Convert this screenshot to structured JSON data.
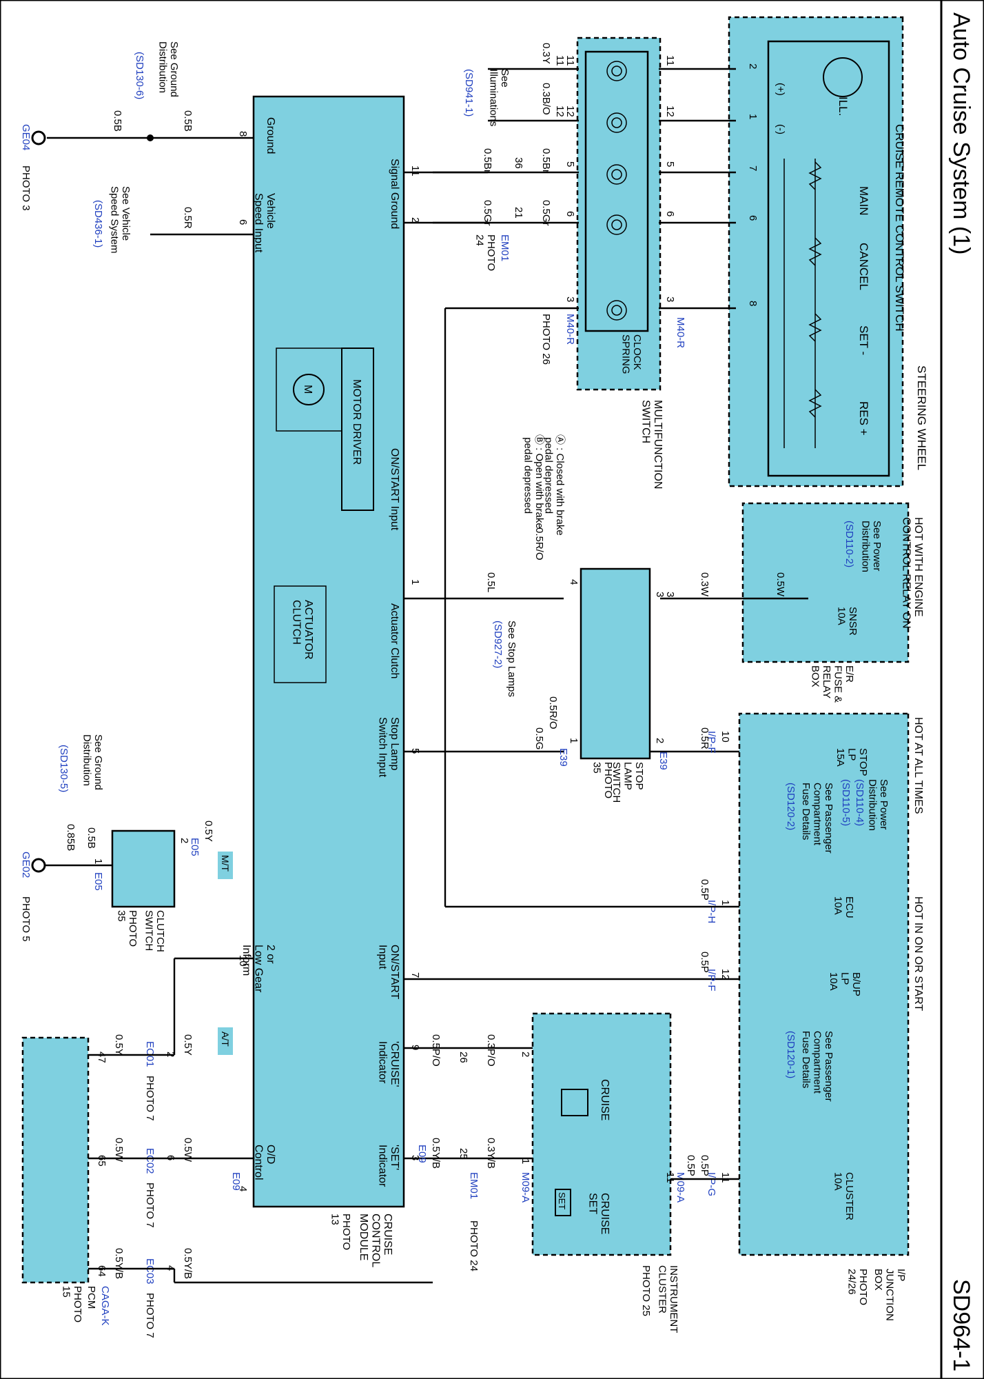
{
  "title": "Auto Cruise System (1)",
  "page_id": "SD964-1",
  "steering_wheel": {
    "label": "STEERING WHEEL",
    "switch_title": "CRUISE REMOTE CONTROL SWITCH",
    "ill": "ILL.",
    "plus": "(+)",
    "minus": "(-)",
    "buttons": [
      "MAIN",
      "CANCEL",
      "SET -",
      "RES +"
    ],
    "pins": [
      "2",
      "1",
      "7",
      "6",
      "8"
    ]
  },
  "multifunction": {
    "label": "MULTIFUNCTION\nSWITCH",
    "clock_spring": "CLOCK\nSPRING",
    "connector_left": "M40-R",
    "connector_right": "M40-R",
    "left_pins": [
      "11",
      "12",
      "5",
      "6",
      "3"
    ],
    "right_pins": [
      "11",
      "12",
      "5",
      "6",
      "3"
    ],
    "photo": "PHOTO 26"
  },
  "illumination": {
    "ref": "See\nIlluminations",
    "ref_link": "(SD941-1)",
    "wire_a": "0.3Y",
    "wire_b": "0.3B/O",
    "pins": [
      "11",
      "12"
    ]
  },
  "em01": {
    "label": "EM01",
    "photo": "PHOTO\n24",
    "pins_top": [
      "36",
      "21"
    ],
    "wires": [
      "0.5Br",
      "0.5Gr",
      "0.5Br",
      "0.5Gr"
    ]
  },
  "pedal_note": {
    "a": "Ⓐ : Closed with brake\n    pedal depressed",
    "b": "Ⓑ : Open with brake\n    pedal depressed"
  },
  "ecm_module": {
    "label": "CRUISE\nCONTROL\nMODULE",
    "photo": "PHOTO\n13",
    "inputs": {
      "ground": "Ground",
      "vehicle_speed": "Vehicle\nSpeed Input",
      "signal_ground": "Signal Ground",
      "on_start": "ON/START Input",
      "actuator_clutch": "Actuator Clutch",
      "stop_lamp": "Stop Lamp\nSwitch Input",
      "low_gear": "2 or\nLow Gear\nInform",
      "on_start_2": "ON/START\nInput",
      "cruise_ind": "'CRUISE'\nIndicator",
      "set_ind": "'SET'\nIndicator",
      "od_control": "O/D\nControl"
    },
    "motor": "M",
    "motor_driver": "MOTOR DRIVER",
    "actuator": "ACTUATOR\nCLUTCH",
    "pins": [
      "8",
      "6",
      "11",
      "2",
      "1",
      "5",
      "10",
      "7",
      "9",
      "3",
      "4"
    ]
  },
  "ground_top": {
    "ref": "See Ground\nDistribution",
    "ref_link": "(SD130-6)",
    "wire_a": "0.5B",
    "wire_b": "0.5B",
    "ground": "GE04",
    "photo": "PHOTO 3"
  },
  "speed_ref": {
    "ref": "See Vehicle\nSpeed System",
    "ref_link": "(SD436-1)",
    "wire": "0.5R"
  },
  "engine_relay": {
    "title": "HOT WITH ENGINE\nCONTROL RELAY ON",
    "ref": "See Power\nDistribution",
    "ref_link": "(SD110-2)",
    "wire": "0.5W",
    "fuse": "SNSR\n10A",
    "box": "E/R\nFUSE &\nRELAY\nBOX",
    "out_pin": "3",
    "out_wire": "0.3W"
  },
  "stop_switch": {
    "label": "STOP\nLAMP\nSWITCH",
    "photo": "PHOTO\n35",
    "connector": "E39",
    "pins": [
      "4",
      "3",
      "1",
      "2"
    ],
    "wire_on": "0.5L",
    "wire_stop": "0.5G",
    "wire_ro": "0.5R/O",
    "wire_ro2": "0.5R/O",
    "stop_ref": "See Stop Lamps",
    "stop_ref_link": "(SD927-2)",
    "wire_r": "0.5R"
  },
  "ip_box": {
    "hot_all": "HOT AT ALL TIMES",
    "hot_on": "HOT IN ON OR START",
    "power_ref": "See Power\nDistribution",
    "power_links": [
      "(SD110-4)",
      "(SD110-5)"
    ],
    "stop_fuse": "STOP\nLP\n15A",
    "pass_ref": "See Passenger\nCompartment\nFuse Details",
    "pass_link_a": "(SD120-2)",
    "ecu_fuse": "ECU\n10A",
    "bup_fuse": "B/UP\nLP\n10A",
    "pass_link_b": "(SD120-1)",
    "cluster_fuse": "CLUSTER\n10A",
    "label": "I/P\nJUNCTION\nBOX",
    "photo": "PHOTO\n24/26",
    "pins": [
      "10",
      "1",
      "12",
      "11"
    ],
    "connectors": [
      "I/P-F",
      "I/P-H",
      "I/P-F",
      "I/P-G"
    ],
    "wires": [
      "0.5P",
      "0.5P",
      "0.5P"
    ]
  },
  "cluster": {
    "label": "INSTRUMENT\nCLUSTER",
    "photo": "PHOTO 25",
    "cruise": "CRUISE",
    "cruise_set": "CRUISE\nSET",
    "set_icon": "SET",
    "connector": "M09-A",
    "connector_b": "M09-A",
    "pins": [
      "2",
      "1",
      "11"
    ],
    "wires": [
      "0.3P/O",
      "0.3Y/B",
      "0.5P"
    ]
  },
  "em01_b": {
    "label": "EM01",
    "photo": "PHOTO 24",
    "pins": [
      "26",
      "25"
    ],
    "wires": [
      "0.5P/O",
      "0.5Y/B"
    ]
  },
  "clutch": {
    "label": "CLUTCH\nSWITCH",
    "photo": "PHOTO\n35",
    "connector": "E05",
    "ref": "See Ground\nDistribution",
    "ref_link": "(SD130-5)",
    "ground": "GE02",
    "photo_g": "PHOTO 5",
    "wire_a": "0.85B",
    "wire_b": "0.5B",
    "wire_y": "0.5Y",
    "pins": [
      "1",
      "2"
    ],
    "mt": "M/T",
    "at": "A/T"
  },
  "pcm": {
    "label": "PCM",
    "photo": "PHOTO\n15",
    "connector": "CAGA-K",
    "pins": [
      "47",
      "65",
      "64"
    ],
    "wires": [
      "0.5Y",
      "0.5W",
      "0.5Y/B"
    ],
    "ec": [
      {
        "label": "EC01",
        "photo": "PHOTO 7",
        "pin": "2",
        "wire": "0.5Y"
      },
      {
        "label": "EC02",
        "photo": "PHOTO 7",
        "pin": "6",
        "wire": "0.5W"
      },
      {
        "label": "EC03",
        "photo": "PHOTO 7",
        "pin": "4",
        "wire": "0.5Y/B"
      }
    ],
    "e09": "E09",
    "e09_b": "E09"
  }
}
